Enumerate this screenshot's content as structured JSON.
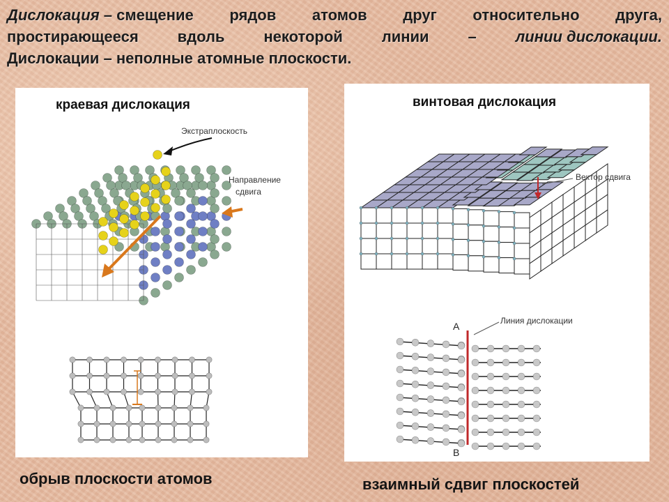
{
  "heading": {
    "line1": {
      "term": "Дислокация",
      "rest": [
        " – смещение",
        "рядов",
        "атомов",
        "друг",
        "относительно",
        "друга,"
      ]
    },
    "line2": {
      "words": [
        "простирающееся",
        "вдоль",
        "некоторой",
        "линии",
        "–"
      ],
      "term": "линии дислокации."
    },
    "line3": "Дислокации – неполные атомные плоскости."
  },
  "left_panel": {
    "title": "краевая дислокация",
    "extraplane_label": "Экстраплоскость",
    "shear_direction_label_1": "Направление",
    "shear_direction_label_2": "сдвига",
    "caption": "обрыв плоскости атомов"
  },
  "right_panel": {
    "title": "винтовая дислокация",
    "shear_vector_label": "Вектор сдвига",
    "dislocation_line_label": "Линия дислокации",
    "point_a": "A",
    "point_b": "B",
    "caption": "взаимный сдвиг плоскостей"
  },
  "colors": {
    "atom_green": "#8aa890",
    "atom_yellow": "#e6d21a",
    "atom_blue": "#6f7fc4",
    "atom_gray": "#bdbdbd",
    "arrow_orange": "#d9781c",
    "screw_top": "#a8a8c8",
    "dislocation_line_red": "#c0282a"
  }
}
